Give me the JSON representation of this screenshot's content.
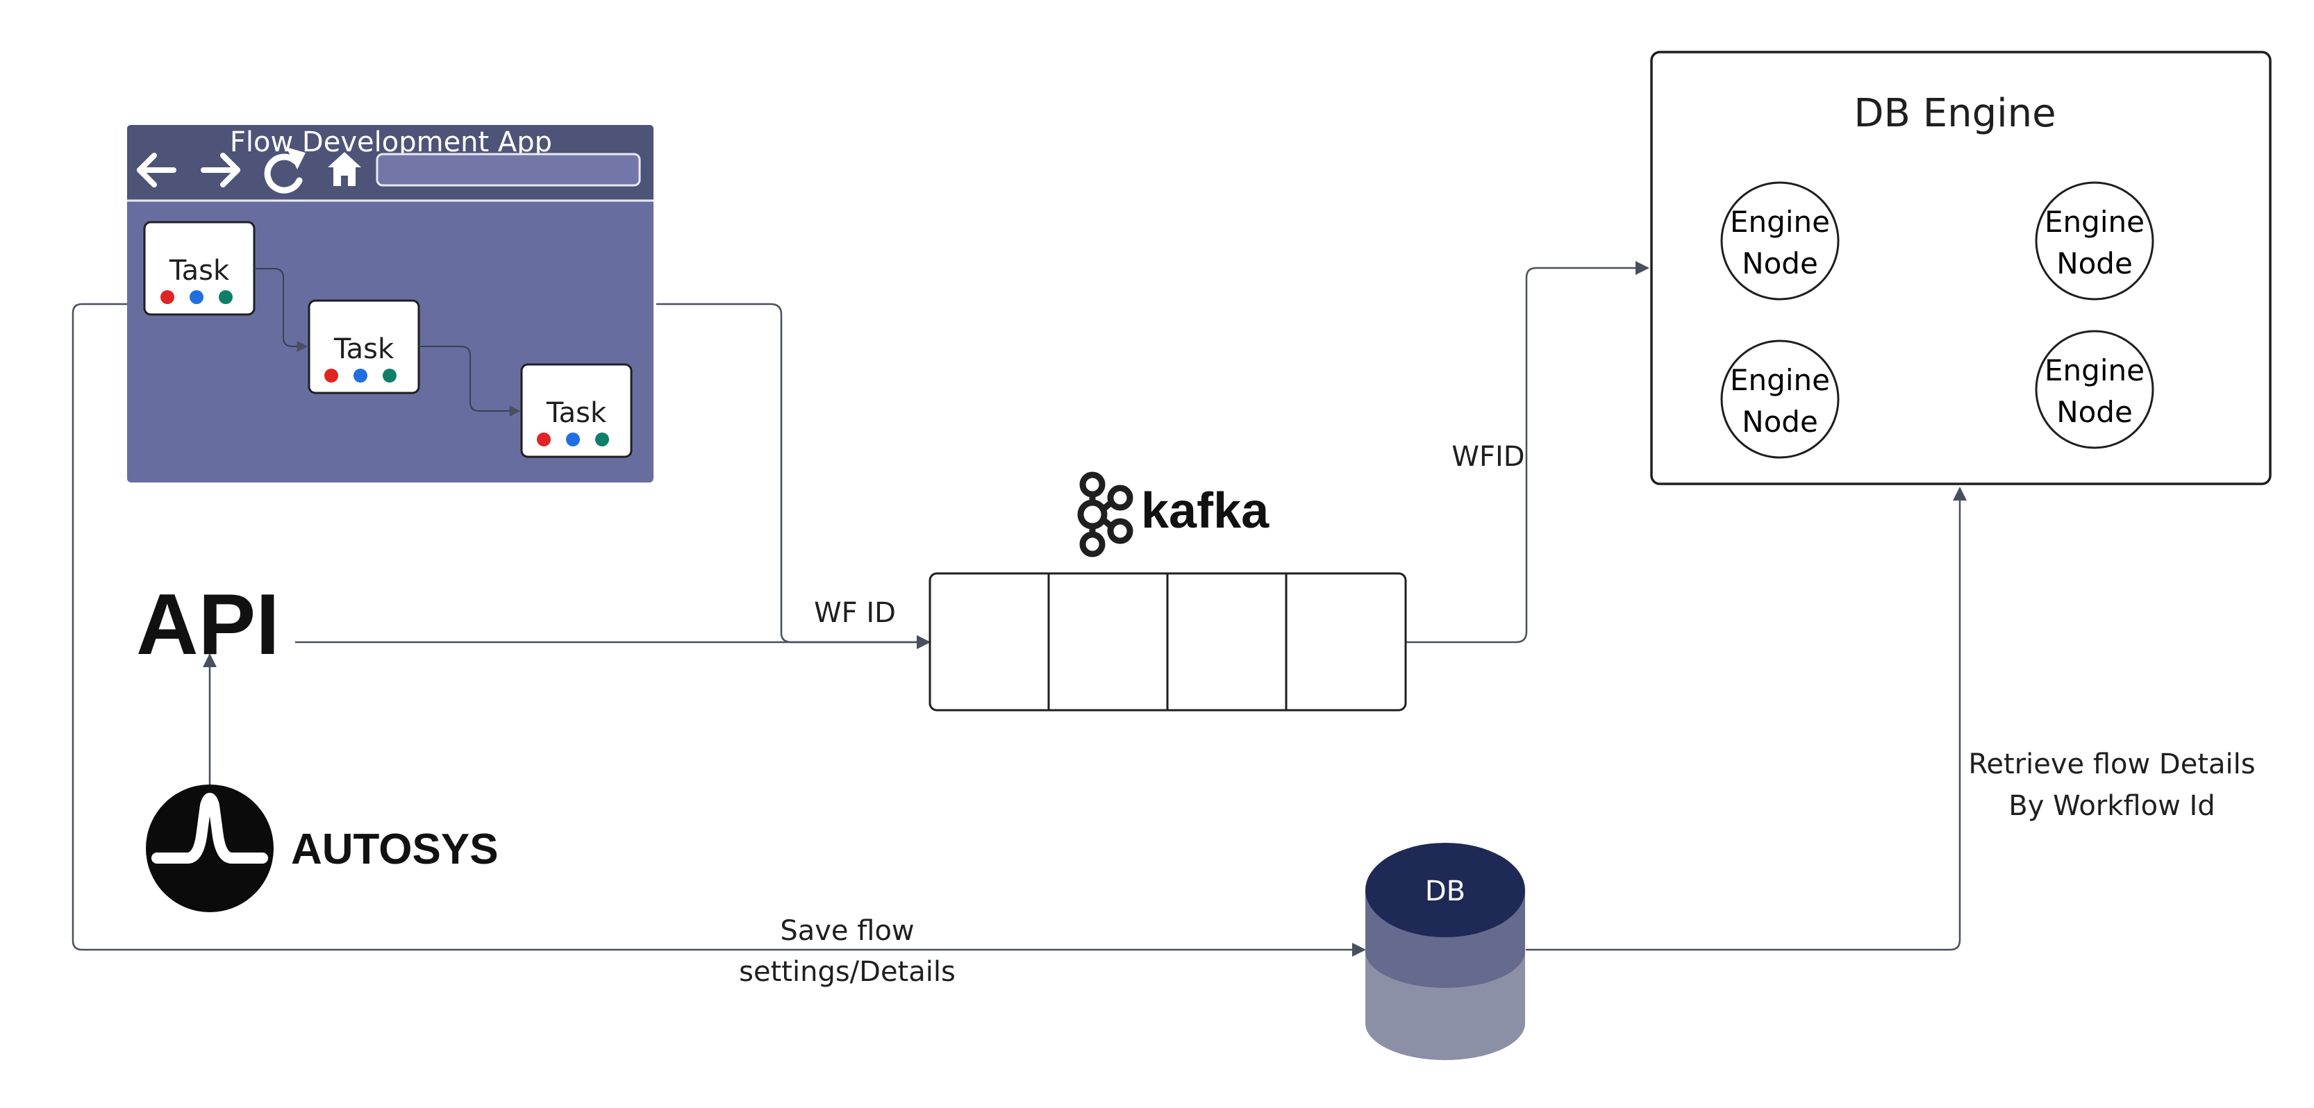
{
  "app_window": {
    "title": "Flow Development App",
    "icons": [
      "back-arrow-icon",
      "forward-arrow-icon",
      "refresh-icon",
      "home-icon"
    ],
    "tasks": [
      {
        "label": "Task",
        "dots": [
          "#e02424",
          "#1f6fe0",
          "#0f7f6a"
        ]
      },
      {
        "label": "Task",
        "dots": [
          "#e02424",
          "#1f6fe0",
          "#0f7f6a"
        ]
      },
      {
        "label": "Task",
        "dots": [
          "#e02424",
          "#1f6fe0",
          "#0f7f6a"
        ]
      }
    ],
    "colors": {
      "header": "#4e5478",
      "body": "#676e9f",
      "address_bar": "#7277a8"
    }
  },
  "api": {
    "label": "API"
  },
  "autosys": {
    "label": "AUTOSYS",
    "icon": "autosys-logo-icon"
  },
  "kafka": {
    "label": "kafka",
    "icon": "kafka-logo-icon",
    "partitions": 4
  },
  "db_engine": {
    "title": "DB Engine",
    "nodes": [
      {
        "line1": "Engine",
        "line2": "Node"
      },
      {
        "line1": "Engine",
        "line2": "Node"
      },
      {
        "line1": "Engine",
        "line2": "Node"
      },
      {
        "line1": "Engine",
        "line2": "Node"
      }
    ]
  },
  "database": {
    "label": "DB",
    "colors": {
      "top": "#1e2a55",
      "middle": "#656b8e",
      "bottom": "#8c90a6"
    }
  },
  "edges": {
    "wf_id": "WF ID",
    "wfid": "WFID",
    "save_flow_line1": "Save flow",
    "save_flow_line2": "settings/Details",
    "retrieve_line1": "Retrieve flow Details",
    "retrieve_line2": "By Workflow Id"
  },
  "colors": {
    "line": "#4a4f5e",
    "ink": "#1f1f1f"
  }
}
